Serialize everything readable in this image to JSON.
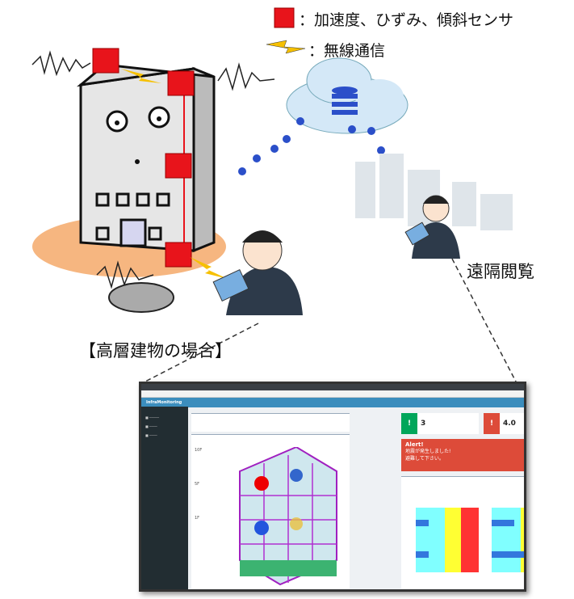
{
  "legend": {
    "sensor_label": "：加速度、ひずみ、傾斜センサ",
    "wireless_label": "：無線通信"
  },
  "labels": {
    "remote_view": "遠隔閲覧",
    "high_rise_case": "【高層建物の場合】"
  },
  "screenshot": {
    "brand": "InfraMonitoring",
    "kpi_1": {
      "value": "3",
      "color": "#00a65a"
    },
    "kpi_2": {
      "value": "4.0",
      "color": "#dd4b39"
    },
    "alert": {
      "title": "Alert!",
      "line1": "地震が発生しました!",
      "line2": "避難して下さい。"
    },
    "floors": [
      "10F",
      "5F",
      "1F"
    ]
  },
  "colors": {
    "sensor": "#e8141b",
    "cloud": "#cfe6f7",
    "dots": "#2b4fc9"
  }
}
